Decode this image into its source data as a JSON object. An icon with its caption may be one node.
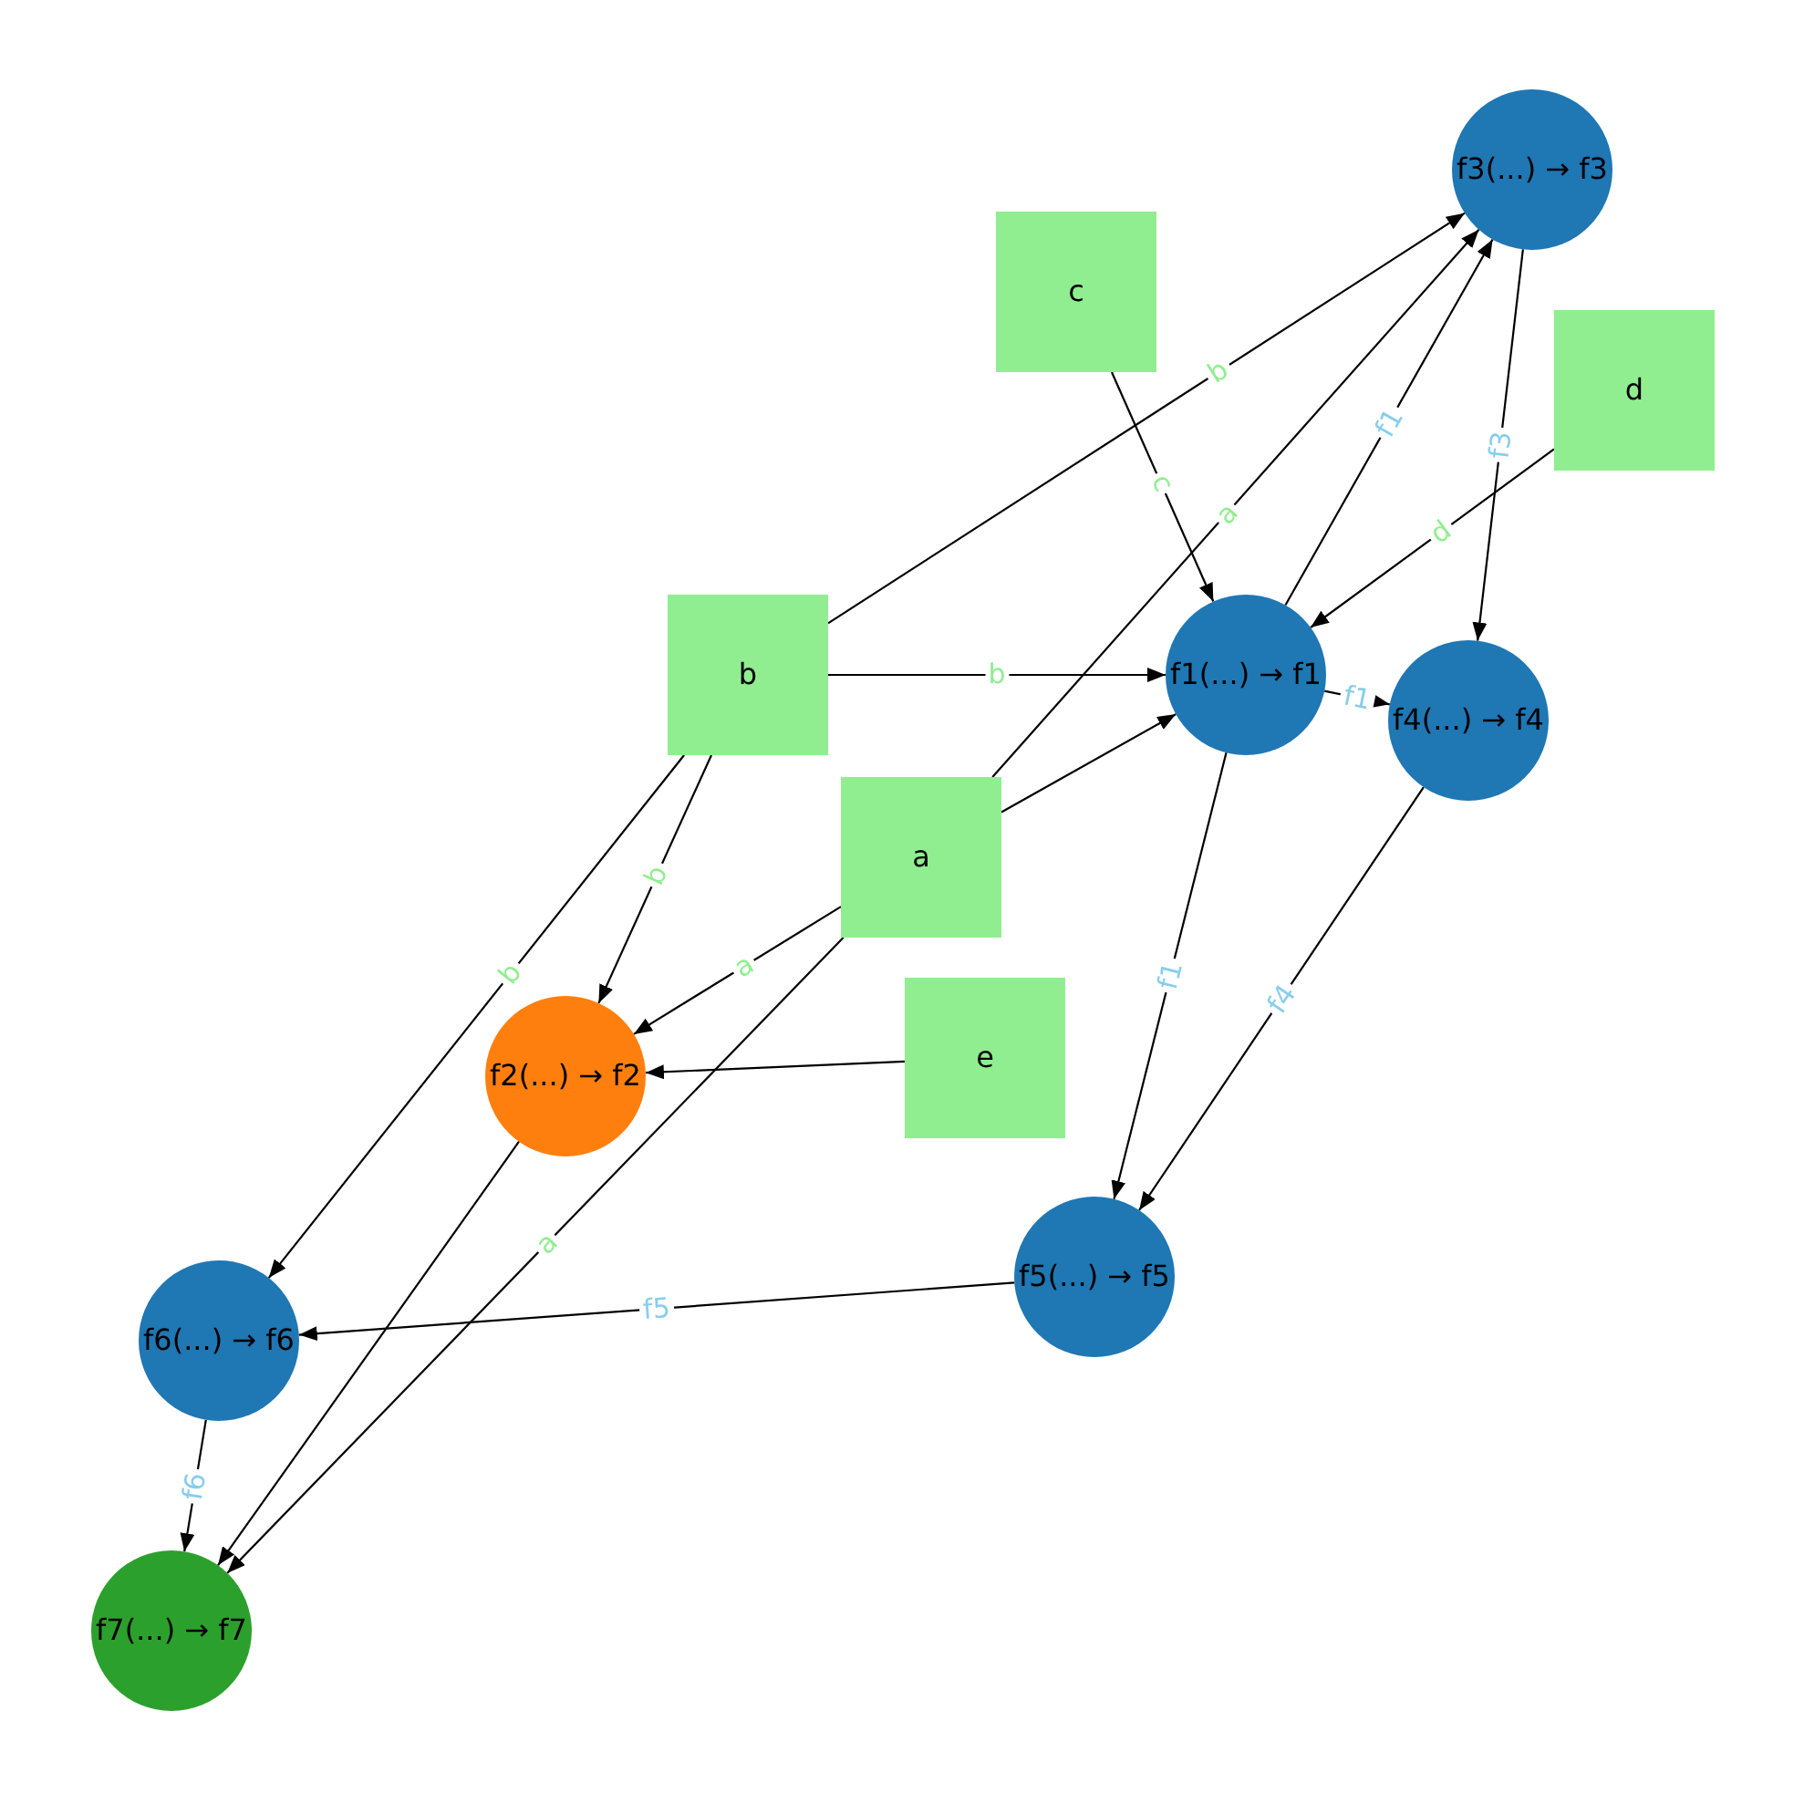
{
  "diagram": {
    "nodes": [
      {
        "text": [
          "f3(...) → f3"
        ]
      },
      {
        "text": [
          "c"
        ]
      },
      {
        "text": [
          "d"
        ]
      },
      {
        "text": [
          "f1(...) → f1"
        ]
      },
      {
        "text": [
          "f4(...) → f4"
        ]
      },
      {
        "text": [
          "b"
        ]
      },
      {
        "text": [
          "e"
        ]
      },
      {
        "text": [
          "a"
        ]
      },
      {
        "text": [
          "f2(...) → f2"
        ]
      },
      {
        "text": [
          "f5(...) → f5"
        ]
      },
      {
        "text": [
          "f6(...) → f6"
        ]
      },
      {
        "text": [
          "f7(...) → f7"
        ]
      }
    ],
    "edges": [
      {
        "from": 1,
        "to": 3,
        "arrow": "to",
        "label": "c"
      },
      {
        "from": 2,
        "to": 3,
        "arrow": "to",
        "label": "d"
      },
      {
        "from": 5,
        "to": 3,
        "arrow": "to",
        "label": "b"
      },
      {
        "from": 5,
        "to": 0,
        "arrow": "to",
        "label": "b"
      },
      {
        "from": 7,
        "to": 0,
        "arrow": "to",
        "label": "a"
      },
      {
        "from": 7,
        "to": 3,
        "arrow": "to"
      },
      {
        "from": 3,
        "to": 0,
        "arrow": "to",
        "label": "f1"
      },
      {
        "from": 0,
        "to": 4,
        "arrow": "to",
        "label": "f3"
      },
      {
        "from": 3,
        "to": 4,
        "arrow": "to",
        "label": "f1"
      },
      {
        "from": 3,
        "to": 9,
        "arrow": "to",
        "label": "f1"
      },
      {
        "from": 4,
        "to": 9,
        "arrow": "to",
        "label": "f4"
      },
      {
        "from": 5,
        "to": 8,
        "arrow": "to",
        "label": "b"
      },
      {
        "from": 5,
        "to": 10,
        "arrow": "to",
        "label": "b"
      },
      {
        "from": 7,
        "to": 8,
        "arrow": "to",
        "label": "a"
      },
      {
        "from": 6,
        "to": 8,
        "arrow": "to"
      },
      {
        "from": 7,
        "to": 11,
        "arrow": "to",
        "label": "a"
      },
      {
        "from": 9,
        "to": 10,
        "arrow": "to",
        "label": "f5"
      },
      {
        "from": 8,
        "to": 11,
        "arrow": "to"
      },
      {
        "from": 10,
        "to": 11,
        "arrow": "to",
        "label": "f6"
      }
    ]
  }
}
